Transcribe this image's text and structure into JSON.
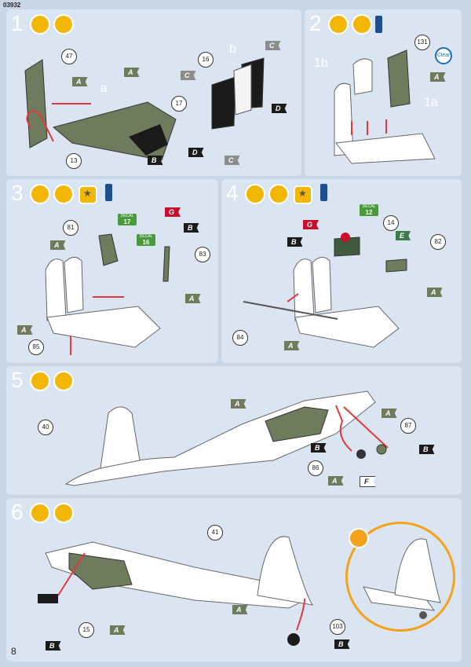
{
  "doc": {
    "code": "03932",
    "page_number": "8"
  },
  "colors": {
    "panel": "#dbe5f1",
    "olive": "#6e7b5c",
    "arrow": "#e03a3e",
    "red_tag": "#c8102e"
  },
  "steps": [
    {
      "number": "1",
      "sub_a": "a",
      "sub_b": "b",
      "parts": [
        "47",
        "13",
        "16",
        "17"
      ],
      "tags": [
        "A",
        "A",
        "B",
        "C",
        "C",
        "C",
        "D",
        "D"
      ]
    },
    {
      "number": "2",
      "sub_1b": "1b",
      "sub_1a": "1a",
      "parts": [
        "131"
      ],
      "clear_label": "Clear",
      "tags": [
        "A"
      ]
    },
    {
      "number": "3",
      "parts": [
        "81",
        "83",
        "85"
      ],
      "decals": [
        {
          "label": "DECAL",
          "value": "17"
        },
        {
          "label": "DECAL",
          "value": "16"
        }
      ],
      "tags": [
        "A",
        "G",
        "B",
        "A",
        "A"
      ]
    },
    {
      "number": "4",
      "parts": [
        "14",
        "82",
        "84"
      ],
      "decals": [
        {
          "label": "DECAL",
          "value": "12"
        }
      ],
      "tags": [
        "G",
        "B",
        "E",
        "A",
        "A"
      ]
    },
    {
      "number": "5",
      "parts": [
        "40",
        "86",
        "87"
      ],
      "tags": [
        "A",
        "A",
        "B",
        "B",
        "A",
        "F"
      ]
    },
    {
      "number": "6",
      "parts": [
        "41",
        "15",
        "103"
      ],
      "tags": [
        "A",
        "B",
        "A",
        "B"
      ]
    }
  ]
}
